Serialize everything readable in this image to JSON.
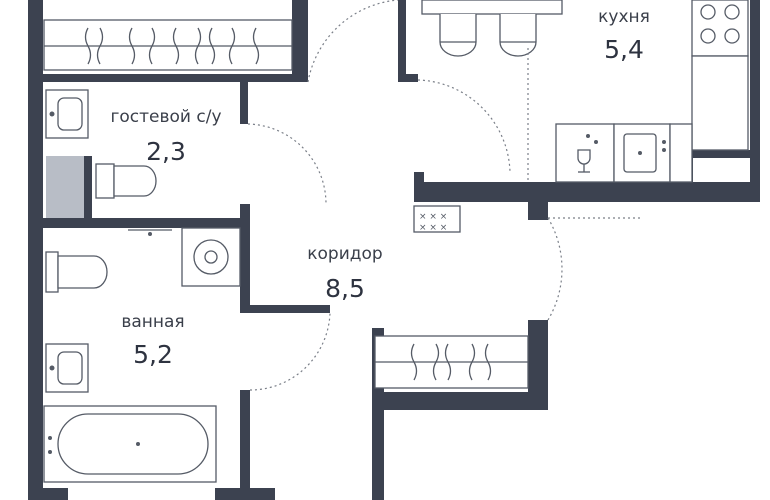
{
  "colors": {
    "wall": "#3c4250",
    "fixture": "#555b66",
    "shaft": "#b8bdc6",
    "text": "#3a3f4a"
  },
  "rooms": [
    {
      "id": "guest-wc",
      "name": "гостевой с/у",
      "area": "2,3"
    },
    {
      "id": "kitchen",
      "name": "кухня",
      "area": "5,4"
    },
    {
      "id": "corridor",
      "name": "коридор",
      "area": "8,5"
    },
    {
      "id": "bathroom",
      "name": "ванная",
      "area": "5,2"
    }
  ],
  "icons": [
    "wardrobe-icon",
    "sink-icon",
    "toilet-icon",
    "washing-machine-icon",
    "bathtub-icon",
    "stove-icon",
    "kitchen-sink-icon",
    "dishwasher-icon",
    "dining-chair-icon",
    "electrical-panel-icon",
    "ventilation-shaft-icon"
  ]
}
